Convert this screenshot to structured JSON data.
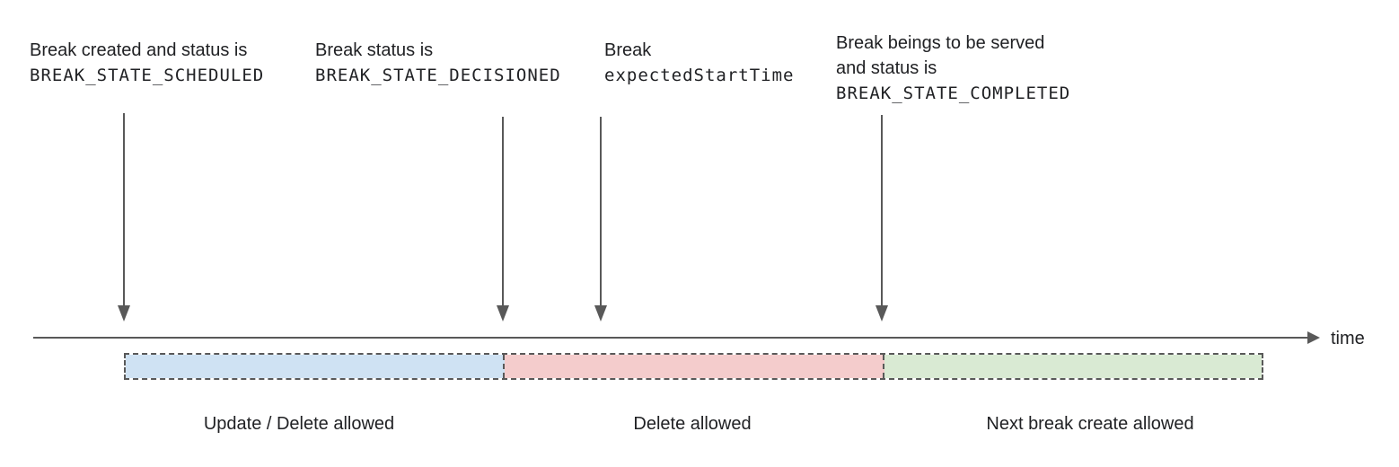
{
  "diagram": {
    "annotations": {
      "scheduled": {
        "line1": "Break created and status is",
        "line2": "BREAK_STATE_SCHEDULED"
      },
      "decisioned": {
        "line1": "Break status is",
        "line2": "BREAK_STATE_DECISIONED"
      },
      "expected_start": {
        "line1": "Break",
        "line2": "expectedStartTime"
      },
      "completed": {
        "line1": "Break beings to be served",
        "line2": "and status is",
        "line3": "BREAK_STATE_COMPLETED"
      }
    },
    "timeline": {
      "axis_label": "time"
    },
    "segments": {
      "update_delete": {
        "label": "Update / Delete allowed",
        "fill": "#cfe2f3"
      },
      "delete": {
        "label": "Delete allowed",
        "fill": "#f4cccc"
      },
      "next_create": {
        "label": "Next break create allowed",
        "fill": "#d9ead3"
      }
    },
    "colors": {
      "line": "#595959",
      "text": "#202124"
    }
  }
}
